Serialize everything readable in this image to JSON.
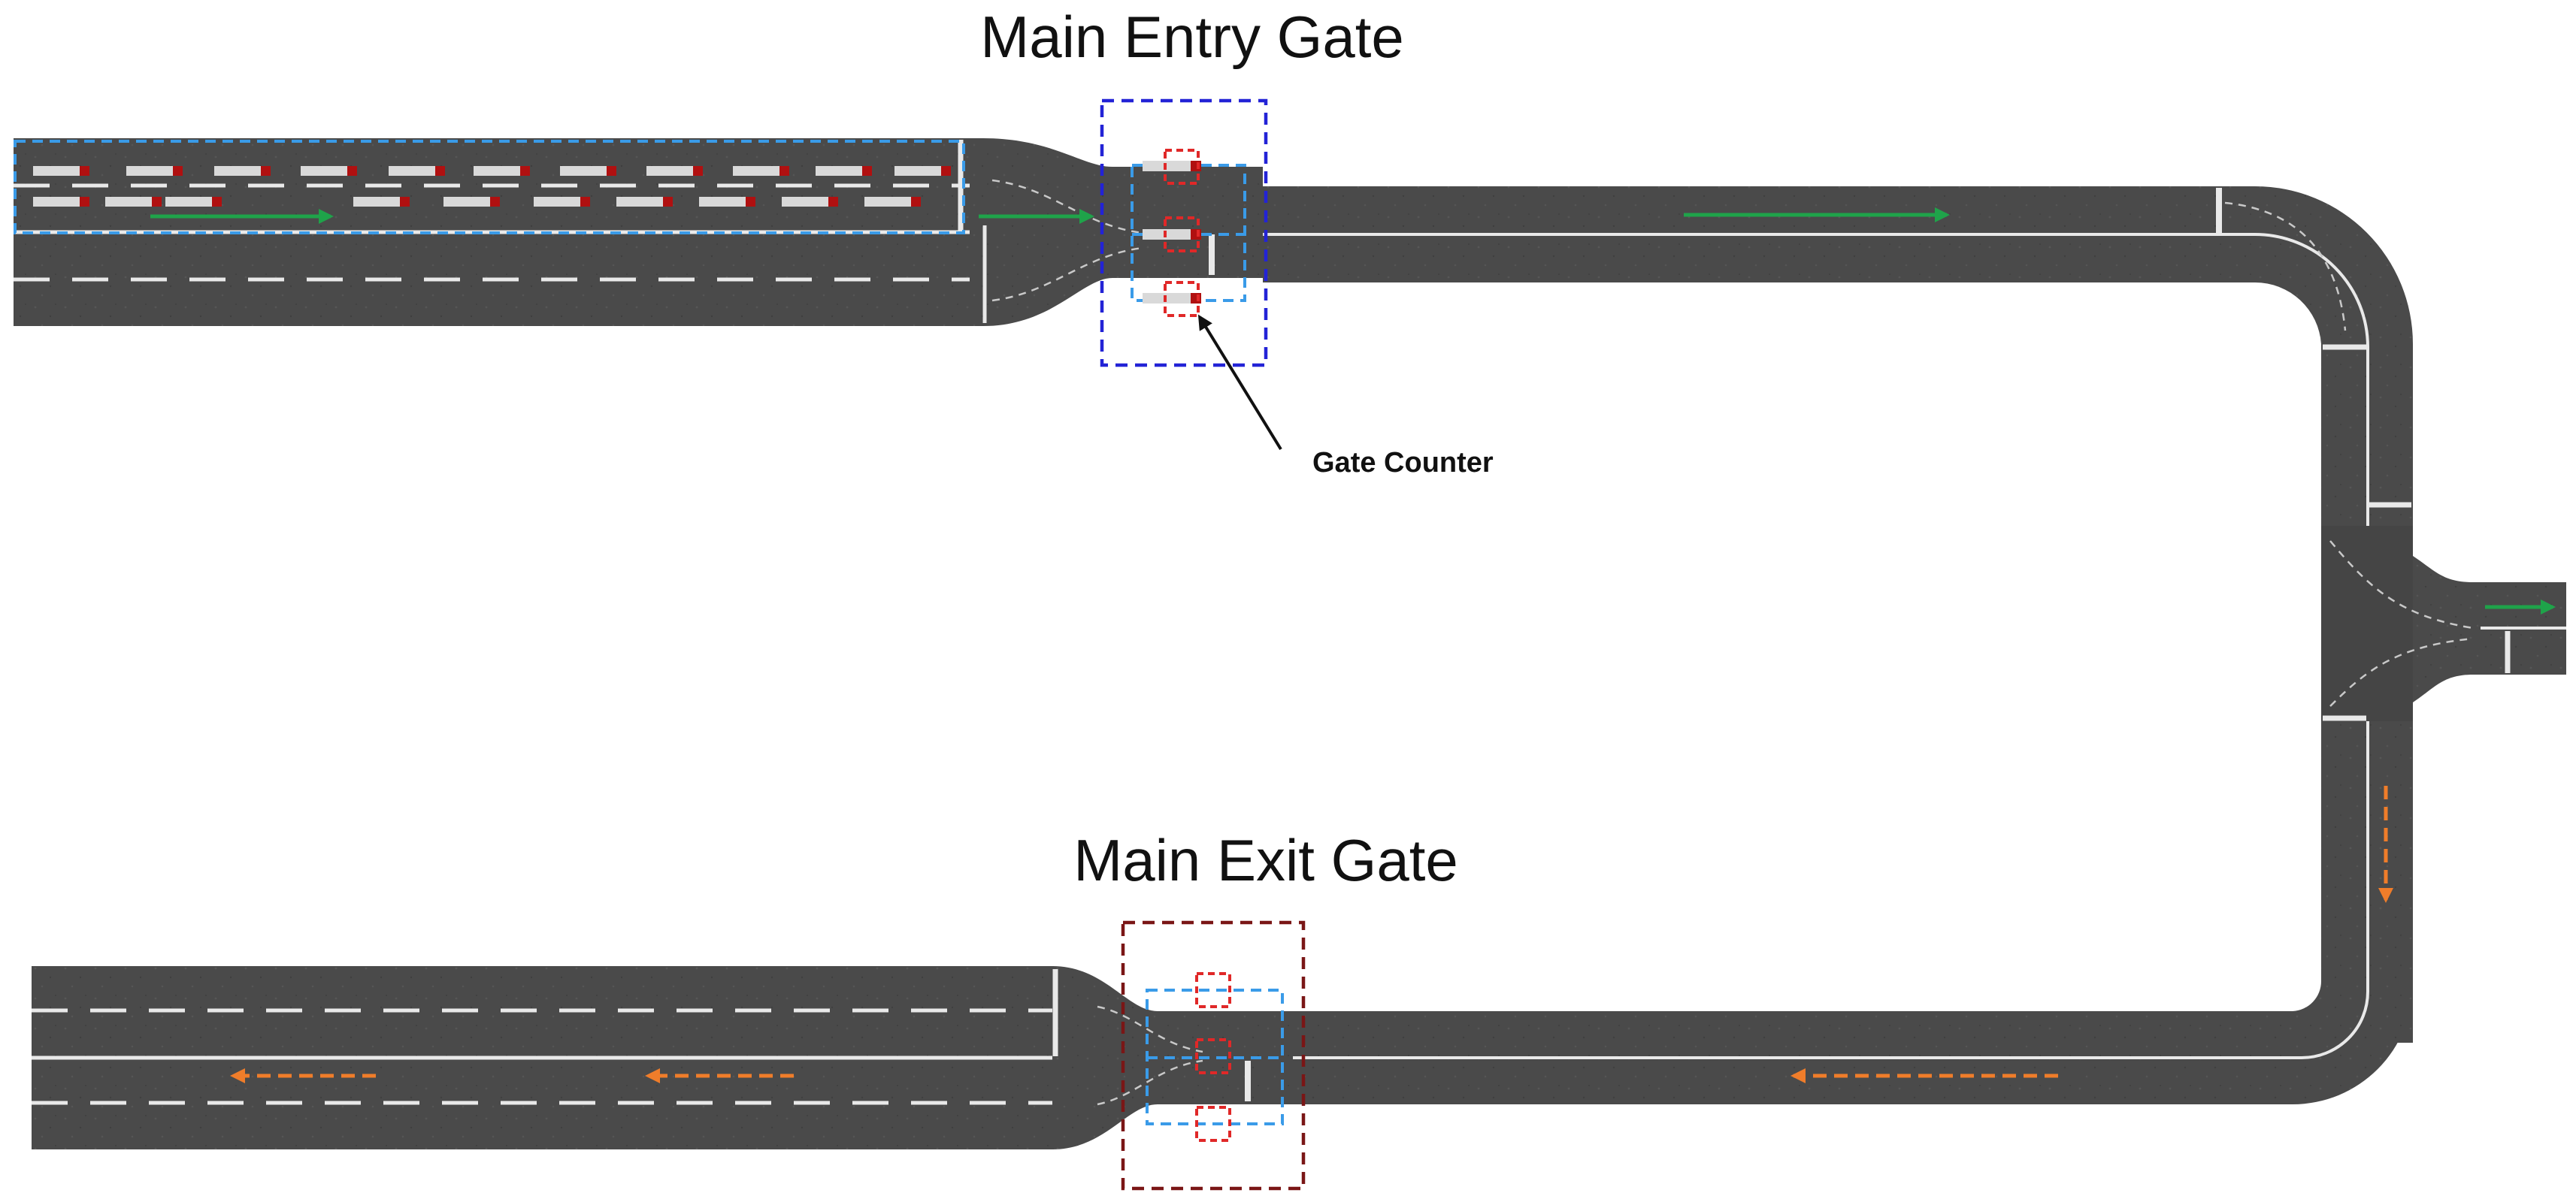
{
  "labels": {
    "entry_gate_title": "Main Entry Gate",
    "exit_gate_title": "Main Exit Gate",
    "gate_counter": "Gate Counter"
  },
  "colors": {
    "road": "#4a4a4a",
    "road_edge": "#3c3c3c",
    "lane_marking": "#e9e9e9",
    "entry_flow_arrow": "#1fa34a",
    "exit_flow_arrow": "#f07d2a",
    "entry_gate_box": "#2323d6",
    "exit_gate_box": "#7a1616",
    "queue_box": "#3a9be8",
    "counter_box": "#e02828",
    "vehicle_body": "#d9d9d9",
    "vehicle_cab": "#b01010"
  },
  "icons": {
    "entry_flow": "right-arrow-icon",
    "exit_flow": "left-dashed-arrow-icon",
    "callout": "pointer-arrow-icon"
  }
}
